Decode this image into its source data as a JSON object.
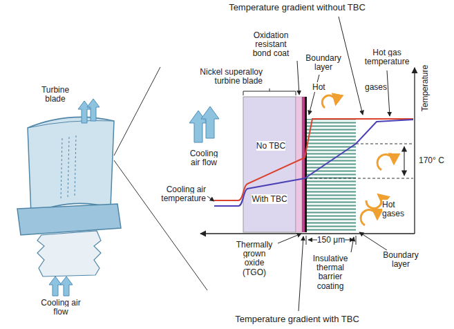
{
  "diagram": {
    "labels": [
      "Temperature gradient without TBC",
      "Oxidation resistant bond coat",
      "Boundary layer",
      "Hot gas temperature",
      "Nickel superalloy turbine blade",
      "Hot",
      "gases",
      "Temperature",
      "Turbine blade",
      "No TBC",
      "Cooling air flow",
      "170° C",
      "Cooling air temperature",
      "With TBC",
      "Hot gases",
      "Thermally grown oxide (TGO)",
      "150 μm",
      "Insulative thermal barrier coating",
      "Boundary layer",
      "Cooling air flow",
      "Temperature gradient with TBC"
    ]
  }
}
